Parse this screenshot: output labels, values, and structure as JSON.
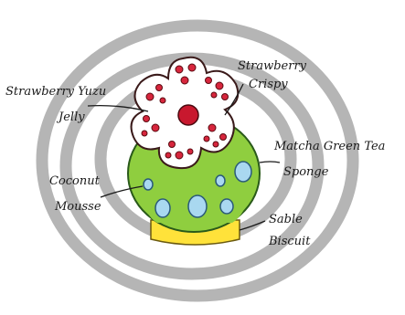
{
  "labels": {
    "strawberry_yuzu_jelly_line1": "Strawberry Yuzu",
    "strawberry_yuzu_jelly_line2": "Jelly",
    "strawberry_crispy_line1": "Strawberry",
    "strawberry_crispy_line2": "Crispy",
    "matcha_sponge_line1": "Matcha Green Tea",
    "matcha_sponge_line2": "Sponge",
    "coconut_mousse_line1": "Coconut",
    "coconut_mousse_line2": "Mousse",
    "sable_biscuit_line1": "Sable",
    "sable_biscuit_line2": "Biscuit"
  },
  "colors": {
    "swirl": "#b5b5b5",
    "sponge": "#8fce3f",
    "sponge_outline": "#2a5a1a",
    "bubble": "#a9d8f0",
    "biscuit": "#ffe23a",
    "flower": "#ffffff",
    "dot": "#d7263d",
    "center": "#c8182e"
  }
}
